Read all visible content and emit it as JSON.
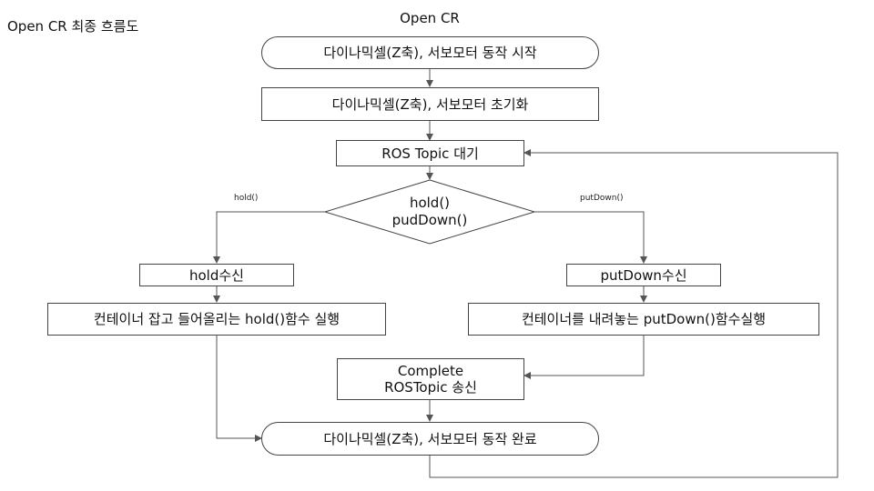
{
  "doc_title": "Open CR 최종 흐름도",
  "header": "Open CR",
  "nodes": {
    "start": "다이나믹셀(Z축), 서보모터 동작 시작",
    "init": "다이나믹셀(Z축), 서보모터 초기화",
    "wait": "ROS Topic 대기",
    "decision_line1": "hold()",
    "decision_line2": "pudDown()",
    "hold_recv": "hold수신",
    "hold_action_pre": "컨테이너 잡고 들어올리는 ",
    "hold_action_func": "hold()",
    "hold_action_post": "함수 실행",
    "put_recv": "putDown수신",
    "put_action_pre": "컨테이너를 내려놓는 ",
    "put_action_func": "putDown()",
    "put_action_post": "함수실행",
    "complete_line1": "Complete",
    "complete_line2": "ROSTopic 송신",
    "end": "다이나믹셀(Z축), 서보모터 동작 완료"
  },
  "edge_labels": {
    "left": "hold()",
    "right": "putDown()"
  }
}
